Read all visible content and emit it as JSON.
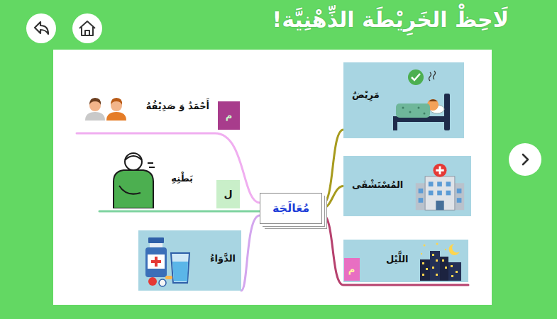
{
  "diagram": {
    "title": "لَاحِظْ الخَرِيْطَة الذِّهْنِيَّة!",
    "nodes": [
      {
        "text": [
          "مُعَالَجَة"
        ]
      },
      {
        "text": [
          "مَرِيْضٌ"
        ]
      },
      {
        "text": [
          "المُسْتَشْفَى"
        ]
      },
      {
        "text": [
          "اللَّيْل"
        ]
      },
      {
        "text": [
          "م"
        ],
        "in": 3
      },
      {
        "text": [
          "أَحْمَدُ وَ صَدِيْقُهُ"
        ]
      },
      {
        "text": [
          "م"
        ]
      },
      {
        "text": [
          "بَطْنِهِ"
        ]
      },
      {
        "text": [
          "ل"
        ]
      },
      {
        "text": [
          "الدَّوَاءُ"
        ]
      }
    ],
    "edges": [
      {
        "from": 0,
        "to": 1,
        "arrow": "none"
      },
      {
        "from": 0,
        "to": 2,
        "arrow": "none"
      },
      {
        "from": 0,
        "to": 3,
        "arrow": "none"
      },
      {
        "from": 0,
        "to": 5,
        "arrow": "none"
      },
      {
        "from": 0,
        "to": 7,
        "arrow": "none"
      },
      {
        "from": 0,
        "to": 9,
        "arrow": "none"
      }
    ]
  }
}
